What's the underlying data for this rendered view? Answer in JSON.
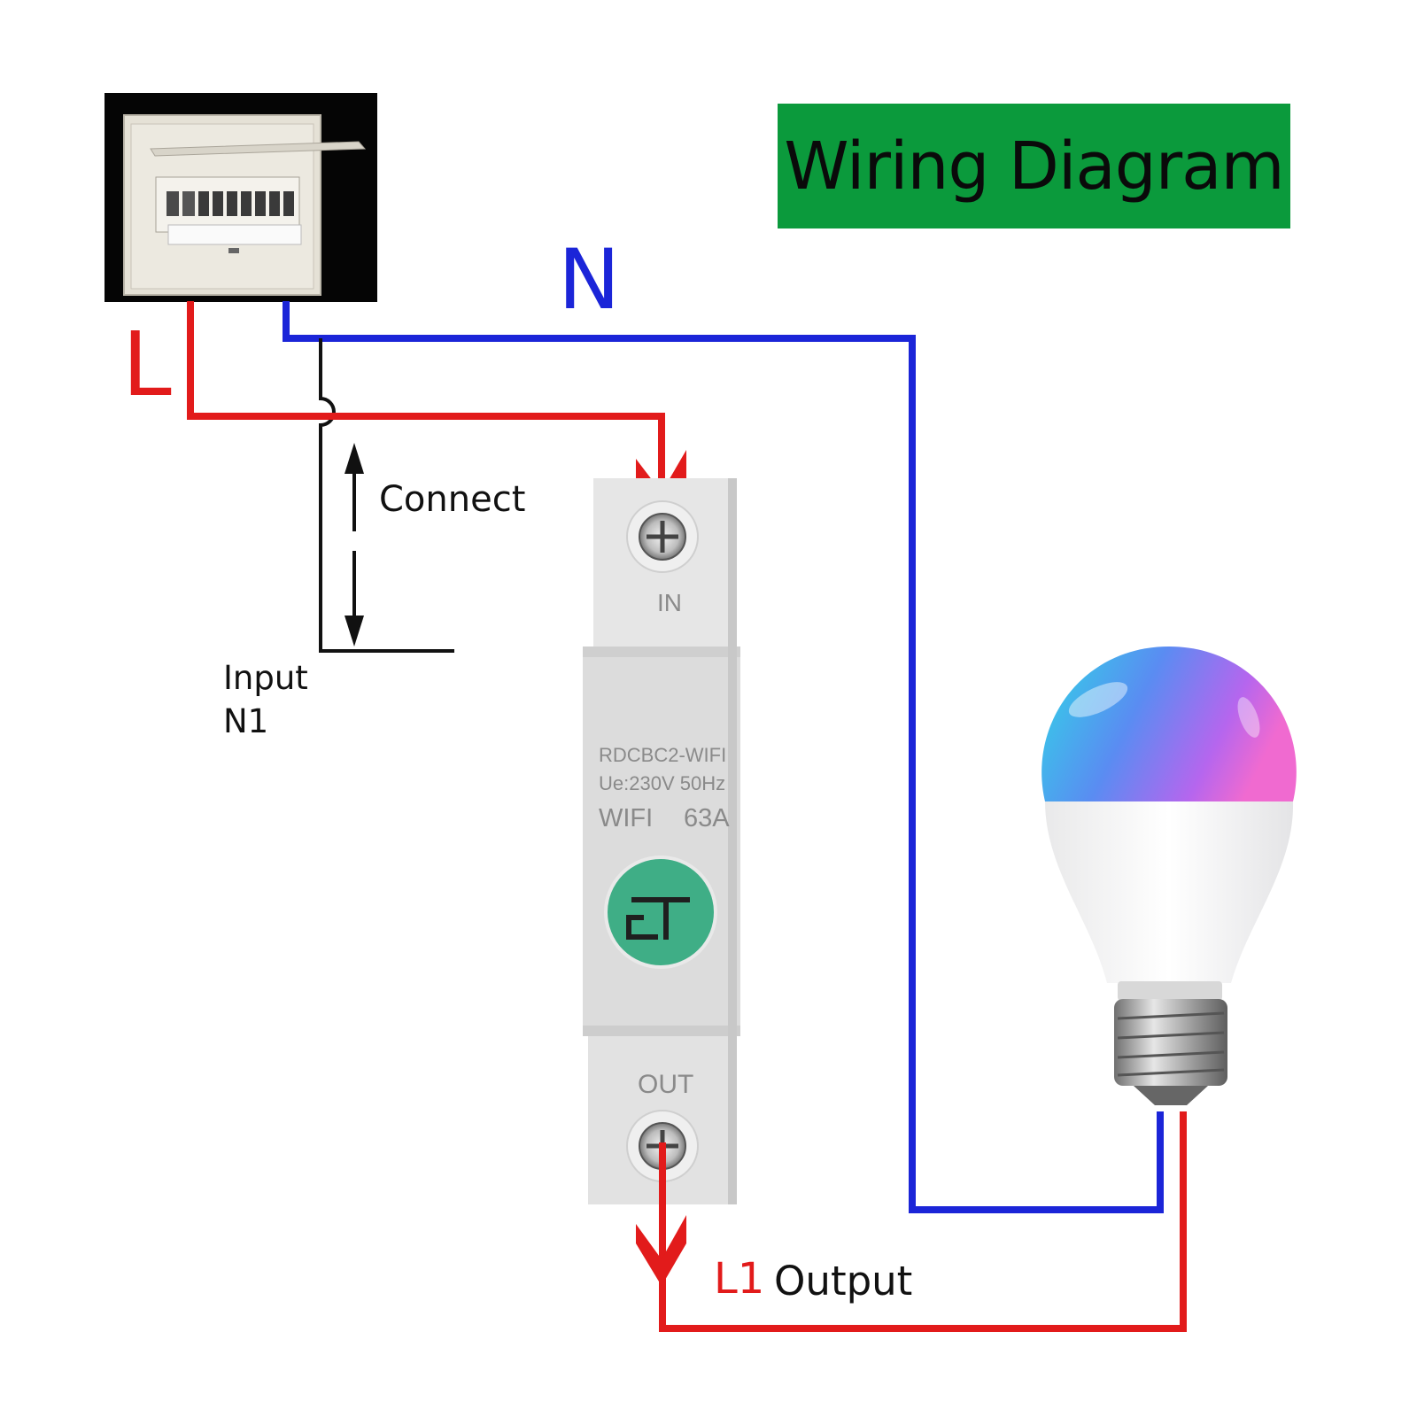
{
  "title": "Wiring Diagram",
  "wires": {
    "live_label": "L",
    "neutral_label": "N",
    "live_color": "#e21b1b",
    "neutral_color": "#1b25d8"
  },
  "annotations": {
    "connect": "Connect",
    "input": "Input",
    "input_n": "N1",
    "output_prefix": "L1",
    "output": "Output"
  },
  "breaker": {
    "model": "RDCBC2-WIFI",
    "rating": "Ue:230V 50Hz",
    "wireless": "WIFI",
    "current": "63A",
    "in_terminal": "IN",
    "out_terminal": "OUT",
    "button_color": "#3fae86",
    "logo": "eT"
  },
  "colors": {
    "title_background": "#0b9a3c"
  },
  "images": {
    "distribution_box": "distribution-box-photo",
    "smart_bulb": "rgb-smart-bulb-photo"
  }
}
